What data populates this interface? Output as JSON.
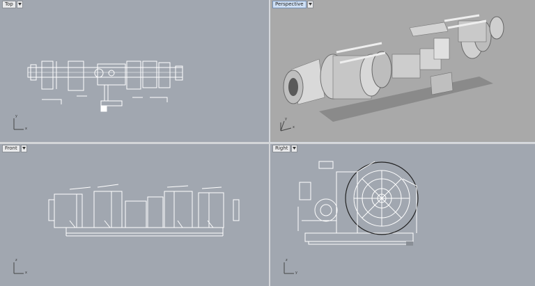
{
  "viewports": [
    {
      "id": "top",
      "label": "Top",
      "axes": {
        "horizontal": "x",
        "vertical": "y"
      }
    },
    {
      "id": "perspective",
      "label": "Perspective",
      "active": true,
      "axes": {
        "horizontal": "x",
        "vertical": "y"
      }
    },
    {
      "id": "front",
      "label": "Front",
      "axes": {
        "horizontal": "x",
        "vertical": "z"
      }
    },
    {
      "id": "right",
      "label": "Right",
      "axes": {
        "horizontal": "y",
        "vertical": "z"
      }
    }
  ],
  "icons": {
    "dropdown": "chevron-down-icon",
    "axis": "axis-triad-icon"
  },
  "colors": {
    "viewport_bg": "#a1a7b0",
    "perspective_bg": "#a9a9a9",
    "wire": "#ffffff",
    "active_tab": "#cfe0f5"
  }
}
